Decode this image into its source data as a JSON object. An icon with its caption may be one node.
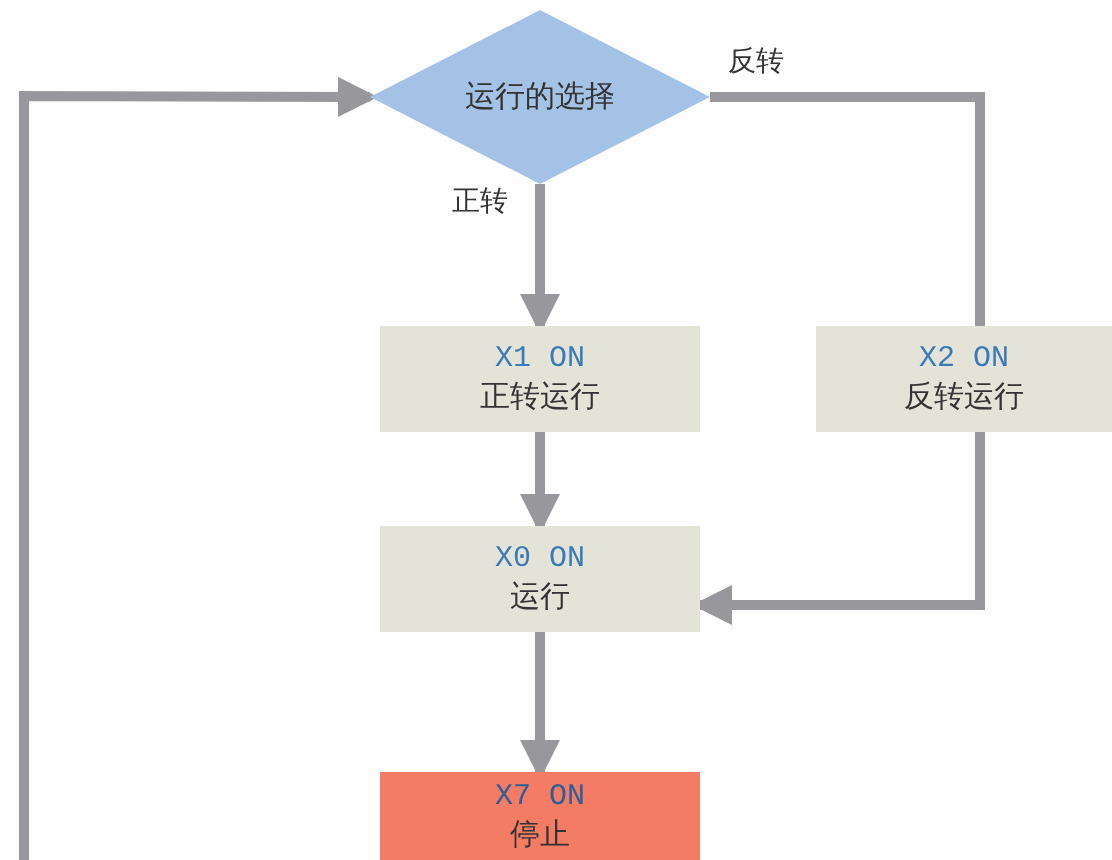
{
  "diagram": {
    "nodes": [
      {
        "text": [
          "运行的选择"
        ]
      },
      {
        "text": [
          "X1 ON",
          "正转运行"
        ]
      },
      {
        "text": [
          "X2 ON",
          "反转运行"
        ]
      },
      {
        "text": [
          "X0 ON",
          "运行"
        ]
      },
      {
        "text": [
          "X7 ON",
          "停止"
        ]
      }
    ],
    "edges": [
      {
        "from": 0,
        "to": 1,
        "arrow": "to",
        "label": "正转"
      },
      {
        "from": 0,
        "to": 2,
        "arrow": "none",
        "label": "反转"
      },
      {
        "from": 1,
        "to": 3,
        "arrow": "to"
      },
      {
        "from": 2,
        "to": 3,
        "arrow": "to"
      },
      {
        "from": 3,
        "to": 4,
        "arrow": "to"
      },
      {
        "from": null,
        "to": 0,
        "arrow": "to"
      }
    ]
  }
}
